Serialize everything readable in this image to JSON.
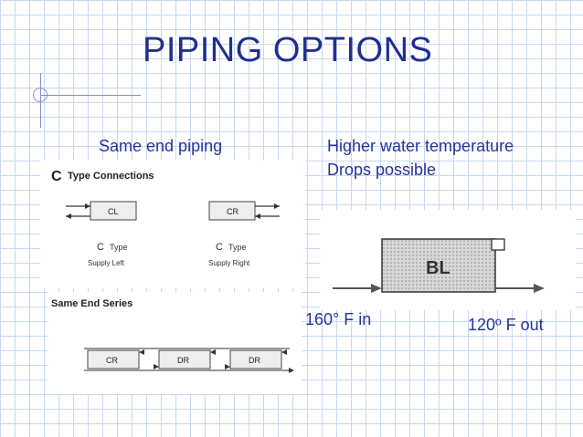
{
  "slide": {
    "title": "PIPING OPTIONS",
    "left_caption": "Same end piping",
    "right_caption_1": "Higher water temperature",
    "right_caption_2": "Drops possible",
    "temp_in": "160° F in",
    "temp_out": "120º F out"
  },
  "left_figure": {
    "heading_letter": "C",
    "heading": "Type Connections",
    "box_left": "CL",
    "box_right": "CR",
    "left_type_letter": "C",
    "left_type": "Type",
    "left_sub": "Supply Left",
    "right_type_letter": "C",
    "right_type": "Type",
    "right_sub": "Supply Right",
    "series_heading": "Same End Series",
    "series_boxes": [
      "CR",
      "DR",
      "DR"
    ]
  },
  "right_figure": {
    "box_label": "BL"
  },
  "colors": {
    "title": "#1f2f8f",
    "text": "#2233a0",
    "grid": "#c9d7ee"
  }
}
